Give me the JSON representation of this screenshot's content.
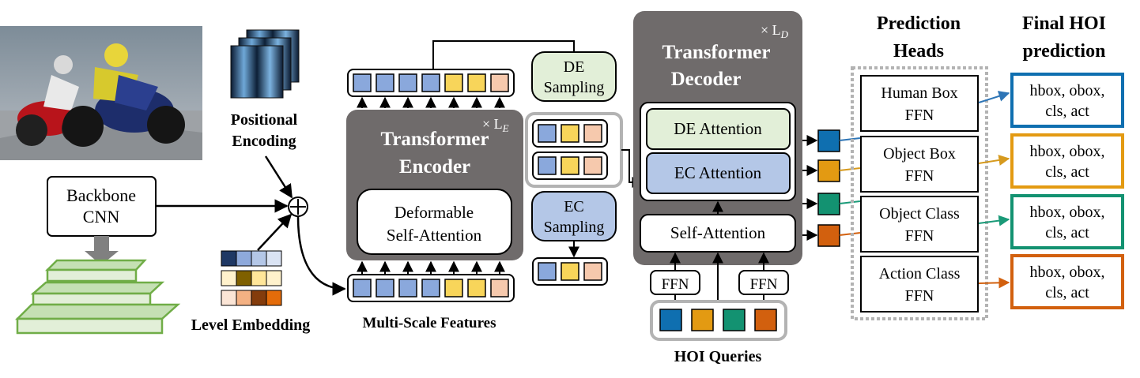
{
  "colors": {
    "blue": "#0f6fb0",
    "orange": "#e39a12",
    "teal": "#139271",
    "red": "#d2600e",
    "feat_blue": "#8aa8dc",
    "feat_yellow": "#f8d55a",
    "feat_peach": "#f6c9ad",
    "dark_gray": "#6f6b6b",
    "light_green": "#e2efd8",
    "light_blue": "#b4c7e7",
    "green_line": "#70ad47"
  },
  "input": {
    "image_icon": "motorcycle-racers-photo",
    "positional_encoding": [
      "Positional",
      "Encoding"
    ],
    "backbone": [
      "Backbone",
      "CNN"
    ],
    "level_embedding": "Level Embedding",
    "multi_scale_features": "Multi-Scale Features"
  },
  "encoder": {
    "layers": "× L",
    "layers_sub": "E",
    "title": [
      "Transformer",
      "Encoder"
    ],
    "inner": [
      "Deformable",
      "Self-Attention"
    ]
  },
  "sampling": {
    "de": [
      "DE",
      "Sampling"
    ],
    "ec": [
      "EC",
      "Sampling"
    ]
  },
  "decoder": {
    "layers": "× L",
    "layers_sub": "D",
    "title": [
      "Transformer",
      "Decoder"
    ],
    "de_attention": "DE Attention",
    "ec_attention": "EC Attention",
    "self_attention": "Self-Attention",
    "ffn": "FFN",
    "hoi_queries": "HOI Queries"
  },
  "heads": {
    "title": [
      "Prediction",
      "Heads"
    ],
    "items": [
      [
        "Human Box",
        "FFN"
      ],
      [
        "Object Box",
        "FFN"
      ],
      [
        "Object Class",
        "FFN"
      ],
      [
        "Action Class",
        "FFN"
      ]
    ]
  },
  "final": {
    "title": [
      "Final HOI",
      "prediction"
    ],
    "items": [
      [
        "hbox, obox,",
        "cls, act"
      ],
      [
        "hbox, obox,",
        "cls, act"
      ],
      [
        "hbox, obox,",
        "cls, act"
      ],
      [
        "hbox, obox,",
        "cls, act"
      ]
    ]
  }
}
